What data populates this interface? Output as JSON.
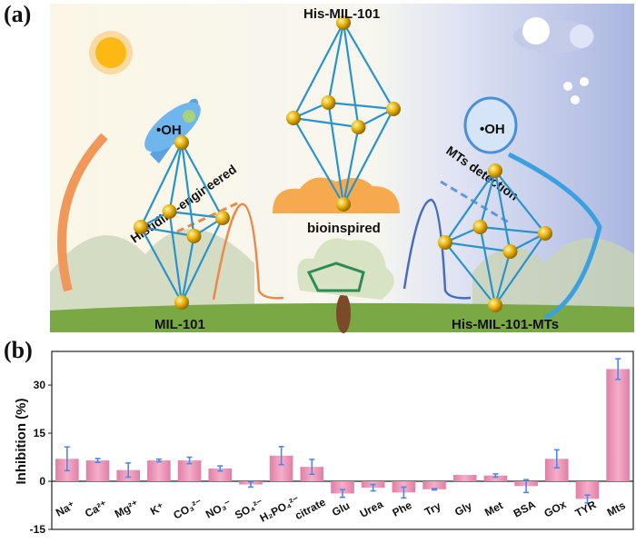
{
  "panel_a": {
    "label": "(a)",
    "title_top": "His-MIL-101",
    "rocket_text": "•OH",
    "balloon_text": "•OH",
    "arrow_left_label": "Histidine-engineered",
    "arrow_right_label": "MTs detection",
    "center_label": "bioinspired",
    "left_structure_label": "MIL-101",
    "right_structure_label": "His-MIL-101-MTs"
  },
  "panel_b": {
    "label": "(b)"
  },
  "chart_data": {
    "type": "bar",
    "title": "",
    "xlabel": "",
    "ylabel": "Inhibition (%)",
    "ylim": [
      -15,
      40.5
    ],
    "yticks": [
      -15,
      0,
      15,
      30
    ],
    "grid": false,
    "bar_color": "#eea0bd",
    "error_color": "#4f86e8",
    "categories": [
      "Na⁺",
      "Ca²⁺",
      "Mg²⁺",
      "K⁺",
      "CO₃²⁻",
      "NO₃⁻",
      "SO₄²⁻",
      "H₂PO₄²⁻",
      "citrate",
      "Glu",
      "Urea",
      "Phe",
      "Try",
      "Gly",
      "Met",
      "BSA",
      "GOx",
      "TYR",
      "Mts"
    ],
    "values": [
      7,
      6.5,
      3.5,
      6.5,
      6.5,
      4,
      -1,
      8,
      4.5,
      -3.8,
      -2,
      -3.5,
      -2.5,
      2,
      1.8,
      -1.5,
      7,
      -5.5,
      35
    ],
    "errors": [
      3.7,
      0.6,
      2.2,
      0.4,
      1.0,
      0.8,
      0.8,
      2.8,
      2.3,
      1.2,
      1.0,
      1.7,
      0.2,
      0,
      0.5,
      2.0,
      2.8,
      1.2,
      3.2
    ]
  }
}
